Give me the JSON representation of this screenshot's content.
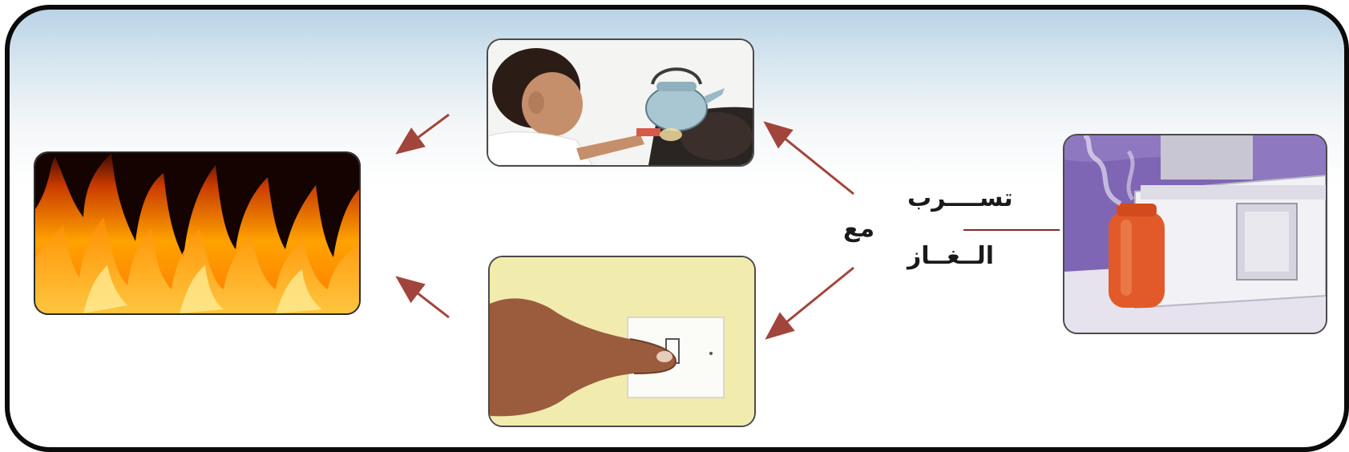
{
  "labels": {
    "gas_leak_line1": "تســــرب",
    "gas_leak_line2": "الــغــاز",
    "with": "مع"
  },
  "colors": {
    "arrow": "#a1453c",
    "frame": "#0b0b0b"
  },
  "nodes": [
    {
      "id": "gas-cylinder",
      "icon": "gas-cylinder-stove-image"
    },
    {
      "id": "lighting-stove",
      "icon": "boy-lighting-stove-image"
    },
    {
      "id": "light-switch",
      "icon": "finger-pressing-switch-image"
    },
    {
      "id": "fire",
      "icon": "fire-flames-image"
    }
  ]
}
